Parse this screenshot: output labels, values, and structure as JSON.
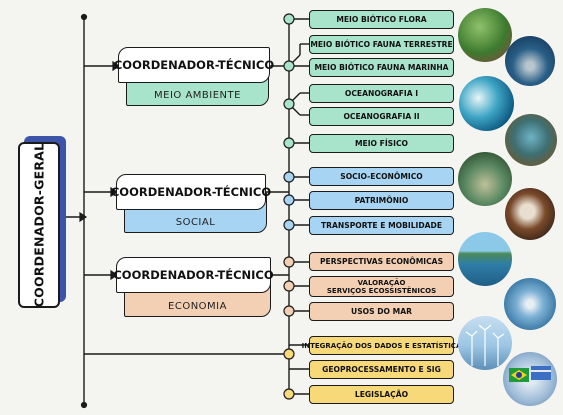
{
  "geral": {
    "label": "COORDENADOR-GERAL"
  },
  "coordinators": [
    {
      "title": "COORDENADOR-TÉCNICO",
      "area": "MEIO AMBIENTE",
      "color": "#a8e3cc"
    },
    {
      "title": "COORDENADOR-TÉCNICO",
      "area": "SOCIAL",
      "color": "#a7d4f2"
    },
    {
      "title": "COORDENADOR-TÉCNICO",
      "area": "ECONOMIA",
      "color": "#f3d0b3"
    }
  ],
  "items": [
    {
      "label": "MEIO BIÓTICO FLORA",
      "group": "green"
    },
    {
      "label": "MEIO BIÓTICO FAUNA TERRESTRE",
      "group": "green"
    },
    {
      "label": "MEIO BIÓTICO FAUNA MARINHA",
      "group": "green"
    },
    {
      "label": "OCEANOGRAFIA I",
      "group": "green"
    },
    {
      "label": "OCEANOGRAFIA II",
      "group": "green"
    },
    {
      "label": "MEIO FÍSICO",
      "group": "green"
    },
    {
      "label": "SOCIO-ECONÔMICO",
      "group": "blue"
    },
    {
      "label": "PATRIMÔNIO",
      "group": "blue"
    },
    {
      "label": "TRANSPORTE E MOBILIDADE",
      "group": "blue"
    },
    {
      "label": "PERSPECTIVAS ECONÔMICAS",
      "group": "peach"
    },
    {
      "label": "VALORAÇÃO\nSERVIÇOS ECOSSISTÊNICOS",
      "group": "peach"
    },
    {
      "label": "USOS DO MAR",
      "group": "peach"
    },
    {
      "label": "INTEGRAÇÃO DOS DADOS E ESTATÍSTICA",
      "group": "yellow"
    },
    {
      "label": "GEOPROCESSAMENTO E SIG",
      "group": "yellow"
    },
    {
      "label": "LEGISLAÇÃO",
      "group": "yellow"
    }
  ],
  "photos": [
    {
      "subject": "mangrove-photo"
    },
    {
      "subject": "whale-photo"
    },
    {
      "subject": "ocean-wave-photo"
    },
    {
      "subject": "coral-reef-photo"
    },
    {
      "subject": "river-canoe-photo"
    },
    {
      "subject": "drum-hands-photo"
    },
    {
      "subject": "fisherman-boat-photo"
    },
    {
      "subject": "ship-at-sea-photo"
    },
    {
      "subject": "wind-turbines-photo"
    },
    {
      "subject": "brazil-flags-photo"
    }
  ],
  "colors": {
    "green": "#a8e3cc",
    "blue": "#a7d4f2",
    "peach": "#f3d0b3",
    "yellow": "#f7d97a",
    "navy": "#3d55a8"
  }
}
